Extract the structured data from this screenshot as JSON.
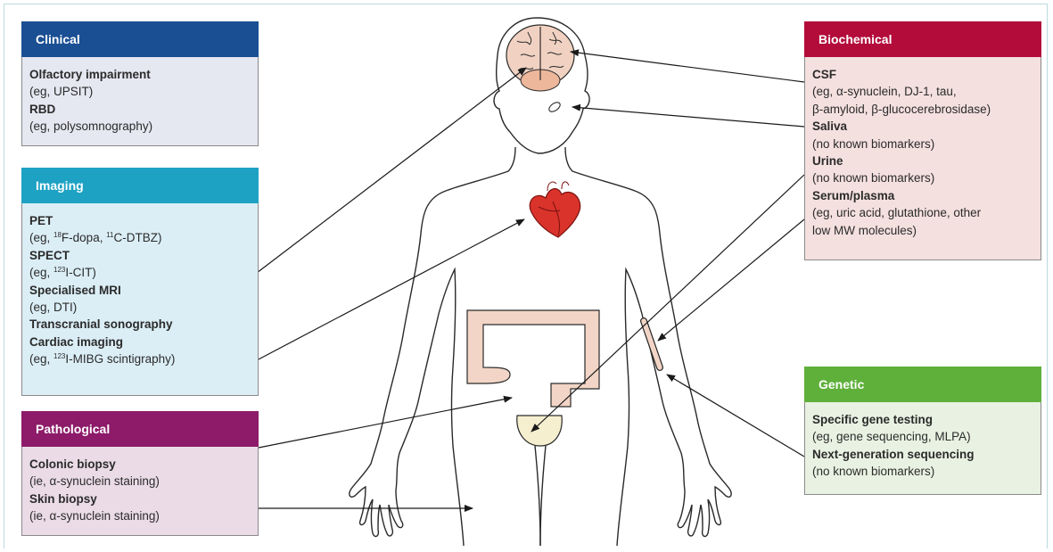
{
  "colors": {
    "clinical": "#1a4f93",
    "clinical_bg": "#e5e7f1",
    "imaging": "#1ea2c4",
    "imaging_bg": "#dbeef6",
    "pathological": "#8d1b69",
    "pathological_bg": "#eadbe6",
    "biochemical": "#b30b3a",
    "biochemical_bg": "#f4e0df",
    "genetic": "#5fb03a",
    "genetic_bg": "#e9f2e2",
    "gut": "#f2d5c6",
    "bladder": "#f6efcf",
    "heart": "#d9332b"
  },
  "clinical": {
    "title": "Clinical",
    "items": [
      {
        "term": "Olfactory impairment",
        "detail": "(eg, UPSIT)"
      },
      {
        "term": "RBD",
        "detail": "(eg, polysomnography)"
      }
    ]
  },
  "imaging": {
    "title": "Imaging",
    "items": [
      {
        "term": "PET",
        "detail_pre": "(eg, ",
        "sup1": "18",
        "detail_mid": "F-dopa, ",
        "sup2": "11",
        "detail_post": "C-DTBZ)"
      },
      {
        "term": "SPECT",
        "detail_pre": "(eg, ",
        "sup1": "123",
        "detail_post": "I-CIT)"
      },
      {
        "term": "Specialised MRI",
        "detail": "(eg, DTI)"
      },
      {
        "term": "Transcranial sonography"
      },
      {
        "term": "Cardiac imaging",
        "detail_pre": "(eg, ",
        "sup1": "123",
        "detail_post": "I-MIBG scintigraphy)"
      }
    ]
  },
  "pathological": {
    "title": "Pathological",
    "items": [
      {
        "term": "Colonic biopsy",
        "detail": "(ie, α-synuclein staining)"
      },
      {
        "term": "Skin biopsy",
        "detail": "(ie, α-synuclein staining)"
      }
    ]
  },
  "biochemical": {
    "title": "Biochemical",
    "items": [
      {
        "term": "CSF",
        "detail": "(eg, α-synuclein, DJ-1, tau,",
        "detail2": "β-amyloid, β-glucocerebrosidase)"
      },
      {
        "term": "Saliva",
        "detail": "(no known biomarkers)"
      },
      {
        "term": "Urine",
        "detail": "(no known biomarkers)"
      },
      {
        "term": "Serum/plasma",
        "detail": "(eg, uric acid, glutathione, other",
        "detail2": "low MW molecules)"
      }
    ]
  },
  "genetic": {
    "title": "Genetic",
    "items": [
      {
        "term": "Specific gene testing",
        "detail": "(eg, gene sequencing, MLPA)"
      },
      {
        "term": "Next-generation sequencing",
        "detail": "(no known biomarkers)"
      }
    ]
  }
}
